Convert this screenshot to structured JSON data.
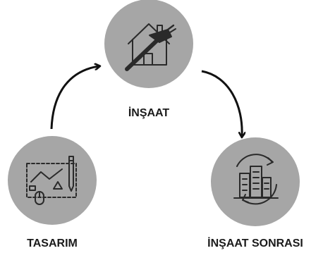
{
  "diagram": {
    "type": "cycle",
    "stages": [
      {
        "id": "construction",
        "label": "İNŞAAT",
        "icon": "house-hammer-icon"
      },
      {
        "id": "post-construction",
        "label": "İNŞAAT SONRASI",
        "icon": "buildings-recycle-icon"
      },
      {
        "id": "design",
        "label": "TASARIM",
        "icon": "blueprint-pencil-icon"
      }
    ],
    "flows": [
      {
        "from": "design",
        "to": "construction"
      },
      {
        "from": "construction",
        "to": "post-construction"
      }
    ]
  },
  "colors": {
    "circle_fill": "#a6a6a6",
    "icon_stroke": "#2a2a2a",
    "arrow": "#111111",
    "label_text": "#1b1b1b"
  }
}
